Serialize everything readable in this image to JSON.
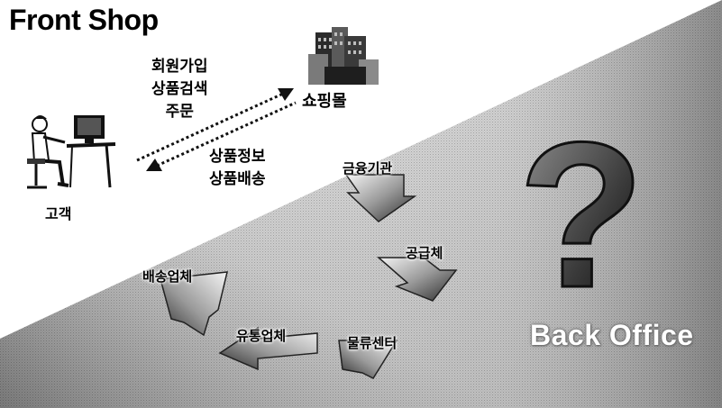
{
  "front": {
    "title": "Front Shop",
    "request_lines": [
      "회원가입",
      "상품검색",
      "주문"
    ],
    "response_lines": [
      "상품정보",
      "상품배송"
    ],
    "customer_label": "고객",
    "mall_label": "쇼핑몰"
  },
  "back": {
    "title": "Back Office",
    "question_glyph": "?",
    "flow_steps": {
      "bank": "금융기관",
      "supplier": "공급체",
      "logistics_center": "물류센터",
      "distributor": "유통업체",
      "delivery": "배송업체"
    }
  }
}
